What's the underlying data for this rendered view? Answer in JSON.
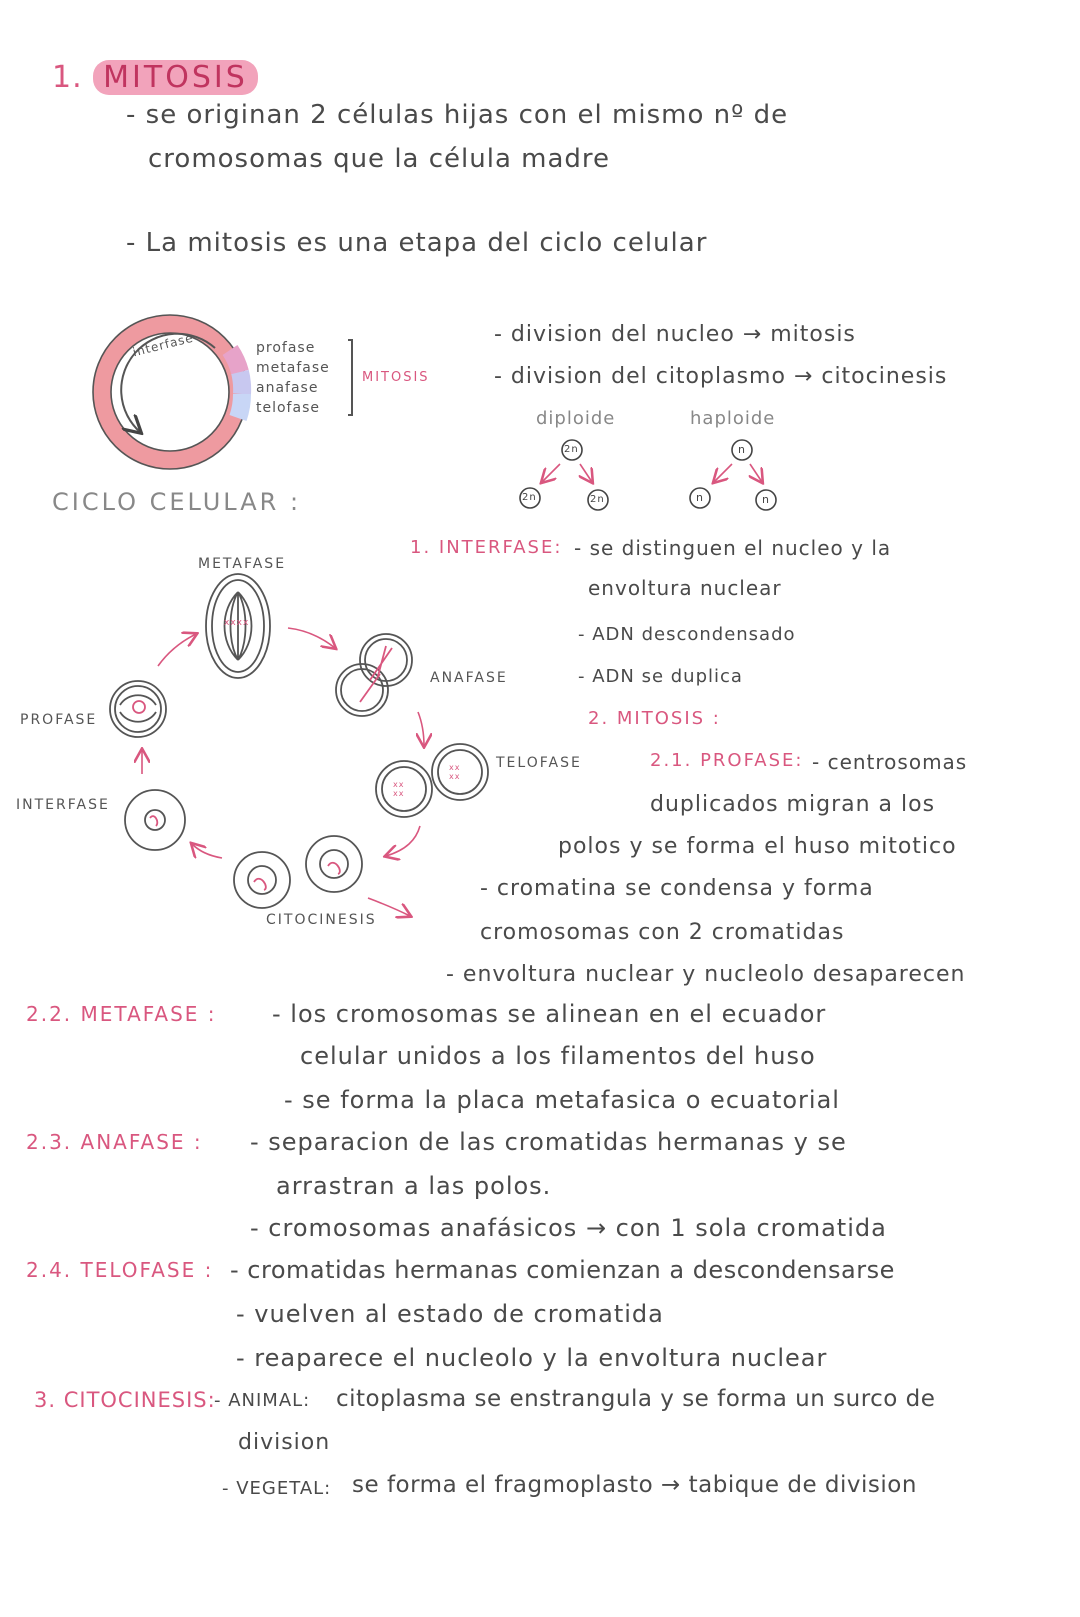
{
  "title": {
    "num": "1.",
    "text": "MITOSIS"
  },
  "intro": {
    "line1": "- se originan 2 células hijas con el mismo nº de",
    "line2": "cromosomas que la célula madre",
    "line3": "- La mitosis es una etapa del ciclo celular"
  },
  "cycle_ring": {
    "inner_label": "interfase",
    "phases": [
      "profase",
      "metafase",
      "anafase",
      "telofase"
    ],
    "group_label": "MITOSIS",
    "caption": "CICLO CELULAR :"
  },
  "division": {
    "line1": "- division del nucleo → mitosis",
    "line2": "- division del citoplasmo → citocinesis",
    "diploid_label": "diploide",
    "haploid_label": "haploide",
    "diploid_cells": [
      "2n",
      "2n",
      "2n"
    ],
    "haploid_cells": [
      "n",
      "n",
      "n"
    ]
  },
  "diagram_labels": {
    "metafase": "METAFASE",
    "anafase": "ANAFASE",
    "profase": "PROFASE",
    "telofase": "TELOFASE",
    "interfase": "INTERFASE",
    "citocinesis": "CITOCINESIS",
    "meta_marks": "xxxx",
    "telo_marks_left": "xx xx",
    "telo_marks_right": "xx xx"
  },
  "interfase": {
    "heading": "1. INTERFASE:",
    "l1": "- se distinguen el nucleo y la",
    "l2": "envoltura nuclear",
    "l3": "- ADN descondensado",
    "l4": "- ADN se duplica"
  },
  "mitosis2": {
    "heading": "2. MITOSIS :"
  },
  "profase": {
    "heading": "2.1. PROFASE:",
    "l1": "- centrosomas",
    "l2": "duplicados migran a los",
    "l3": "polos y se forma el huso mitotico",
    "l4": "- cromatina se condensa y forma",
    "l5": "cromosomas con 2 cromatidas",
    "l6": "- envoltura nuclear y nucleolo desaparecen"
  },
  "metafase": {
    "heading": "2.2. METAFASE :",
    "l1": "- los cromosomas se alinean en el ecuador",
    "l2": "celular unidos a los filamentos del huso",
    "l3": "- se forma la placa metafasica o ecuatorial"
  },
  "anafase": {
    "heading": "2.3. ANAFASE :",
    "l1": "- separacion de las cromatidas hermanas y se",
    "l2": "arrastran a las polos.",
    "l3": "- cromosomas anafásicos → con 1 sola cromatida"
  },
  "telofase": {
    "heading": "2.4. TELOFASE :",
    "l1": "- cromatidas hermanas comienzan a descondensarse",
    "l2": "- vuelven al estado de cromatida",
    "l3": "- reaparece el nucleolo y la envoltura nuclear"
  },
  "citocinesis": {
    "heading": "3. CITOCINESIS:",
    "animal_label": "- ANIMAL:",
    "animal_text": "citoplasma se enstrangula y se forma un surco de",
    "animal_text2": "division",
    "vegetal_label": "- VEGETAL:",
    "vegetal_text": "se forma el fragmoplasto → tabique de division"
  },
  "colors": {
    "accent": "#d9577f",
    "highlight": "#f2a3bb",
    "ring": "#ee9aa0",
    "mitosis_band": "#c8c8f0"
  }
}
